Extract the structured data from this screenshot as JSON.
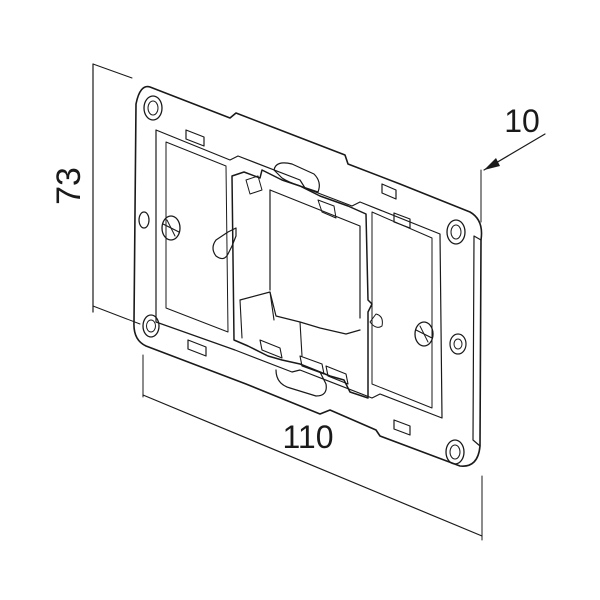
{
  "drawing": {
    "dimensions": {
      "height": "73",
      "width": "110",
      "depth": "10"
    },
    "colors": {
      "ink": "#1a1a1a",
      "background": "#ffffff"
    }
  }
}
